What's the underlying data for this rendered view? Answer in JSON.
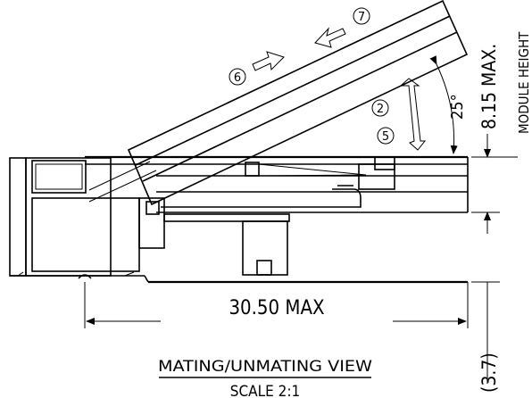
{
  "drawing": {
    "view_title": "MATING/UNMATING VIEW",
    "scale_label": "SCALE 2:1"
  },
  "dimensions": {
    "length": "30.50 MAX",
    "height_value": "8.15 MAX.",
    "height_label": "MODULE HEIGHT",
    "angle": "25°",
    "offset": "(3.7)"
  },
  "callouts": [
    {
      "id": "1",
      "label": "⑦"
    },
    {
      "id": "2",
      "label": "②"
    },
    {
      "id": "5",
      "label": "⑤"
    },
    {
      "id": "6",
      "label": "⑥"
    }
  ]
}
